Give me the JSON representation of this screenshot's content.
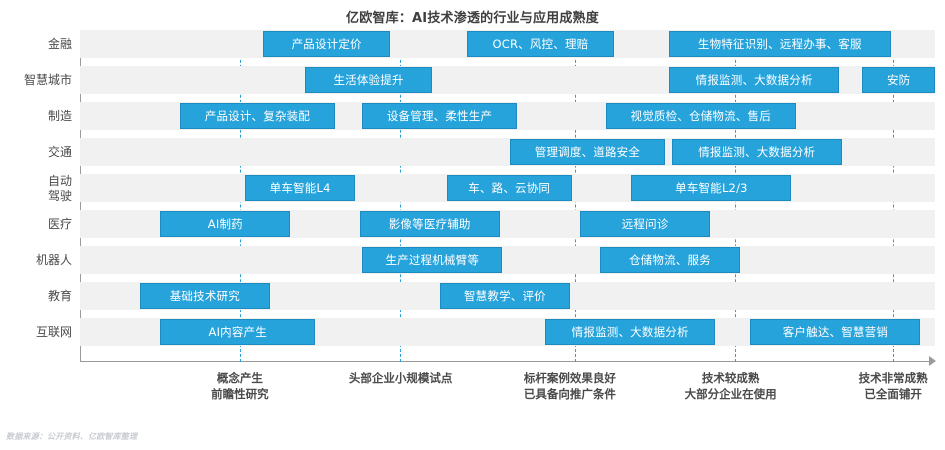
{
  "chart": {
    "title": "亿欧智库：AI技术渗透的行业与应用成熟度",
    "source_note": "数据来源：公开资料、亿欧智库整理"
  },
  "chart_data": {
    "type": "table",
    "title": "亿欧智库：AI技术渗透的行业与应用成熟度",
    "xlabel": "",
    "ylabel": "",
    "grid": false,
    "legend": false,
    "accent_color": "#27a3dc",
    "accent_border_color": "#1b8bc0",
    "band_color": "#f1f1f1",
    "divider_color": "#2b9fd4",
    "x_stages": [
      {
        "id": "stage-1",
        "lines": [
          "概念产生",
          "前瞻性研究"
        ],
        "center_pct": 18.7
      },
      {
        "id": "stage-2",
        "lines": [
          "头部企业小规模试点"
        ],
        "center_pct": 37.5
      },
      {
        "id": "stage-3",
        "lines": [
          "标杆案例效果良好",
          "已具备向推广条件"
        ],
        "center_pct": 57.3
      },
      {
        "id": "stage-4",
        "lines": [
          "技术较成熟",
          "大部分企业在使用"
        ],
        "center_pct": 76.1
      },
      {
        "id": "stage-5",
        "lines": [
          "技术非常成熟",
          "已全面铺开"
        ],
        "center_pct": 95.1
      }
    ],
    "dividers_pct": [
      18.7,
      37.4,
      57.9,
      76.6,
      95.1
    ],
    "categories": [
      "金融",
      "智慧城市",
      "制造",
      "交通",
      "自动驾驶",
      "医疗",
      "机器人",
      "教育",
      "互联网"
    ],
    "rows": [
      {
        "label": "金融",
        "label_lines": [
          "金融"
        ],
        "items": [
          {
            "text": "产品设计定价",
            "start_pct": 21.4,
            "width_pct": 14.9
          },
          {
            "text": "OCR、风控、理赔",
            "start_pct": 45.3,
            "width_pct": 17.1
          },
          {
            "text": "生物特征识别、远程办事、客服",
            "start_pct": 68.9,
            "width_pct": 25.9
          }
        ]
      },
      {
        "label": "智慧城市",
        "label_lines": [
          "智慧城市"
        ],
        "items": [
          {
            "text": "生活体验提升",
            "start_pct": 26.3,
            "width_pct": 14.9
          },
          {
            "text": "情报监测、大数据分析",
            "start_pct": 68.9,
            "width_pct": 19.9
          },
          {
            "text": "安防",
            "start_pct": 91.5,
            "width_pct": 8.5
          }
        ]
      },
      {
        "label": "制造",
        "label_lines": [
          "制造"
        ],
        "items": [
          {
            "text": "产品设计、复杂装配",
            "start_pct": 11.7,
            "width_pct": 18.1
          },
          {
            "text": "设备管理、柔性生产",
            "start_pct": 33.0,
            "width_pct": 18.1
          },
          {
            "text": "视觉质检、仓储物流、售后",
            "start_pct": 61.5,
            "width_pct": 22.2
          }
        ]
      },
      {
        "label": "交通",
        "label_lines": [
          "交通"
        ],
        "items": [
          {
            "text": "管理调度、道路安全",
            "start_pct": 50.3,
            "width_pct": 18.1
          },
          {
            "text": "情报监测、大数据分析",
            "start_pct": 69.2,
            "width_pct": 19.9
          }
        ]
      },
      {
        "label": "自动驾驶",
        "label_lines": [
          "自动",
          "驾驶"
        ],
        "items": [
          {
            "text": "单车智能L4",
            "start_pct": 19.3,
            "width_pct": 12.9
          },
          {
            "text": "车、路、云协同",
            "start_pct": 42.9,
            "width_pct": 14.6
          },
          {
            "text": "单车智能L2/3",
            "start_pct": 64.5,
            "width_pct": 18.7
          }
        ]
      },
      {
        "label": "医疗",
        "label_lines": [
          "医疗"
        ],
        "items": [
          {
            "text": "AI制药",
            "start_pct": 9.4,
            "width_pct": 15.2
          },
          {
            "text": "影像等医疗辅助",
            "start_pct": 32.7,
            "width_pct": 16.4
          },
          {
            "text": "远程问诊",
            "start_pct": 58.5,
            "width_pct": 15.2
          }
        ]
      },
      {
        "label": "机器人",
        "label_lines": [
          "机器人"
        ],
        "items": [
          {
            "text": "生产过程机械臂等",
            "start_pct": 33.0,
            "width_pct": 16.4
          },
          {
            "text": "仓储物流、服务",
            "start_pct": 60.8,
            "width_pct": 16.4
          }
        ]
      },
      {
        "label": "教育",
        "label_lines": [
          "教育"
        ],
        "items": [
          {
            "text": "基础技术研究",
            "start_pct": 7.0,
            "width_pct": 15.2
          },
          {
            "text": "智慧教学、评价",
            "start_pct": 42.1,
            "width_pct": 15.2
          }
        ]
      },
      {
        "label": "互联网",
        "label_lines": [
          "互联网"
        ],
        "items": [
          {
            "text": "AI内容产生",
            "start_pct": 9.4,
            "width_pct": 18.1
          },
          {
            "text": "情报监测、大数据分析",
            "start_pct": 54.4,
            "width_pct": 19.9
          },
          {
            "text": "客户触达、智慧营销",
            "start_pct": 78.4,
            "width_pct": 19.9
          }
        ]
      }
    ]
  }
}
